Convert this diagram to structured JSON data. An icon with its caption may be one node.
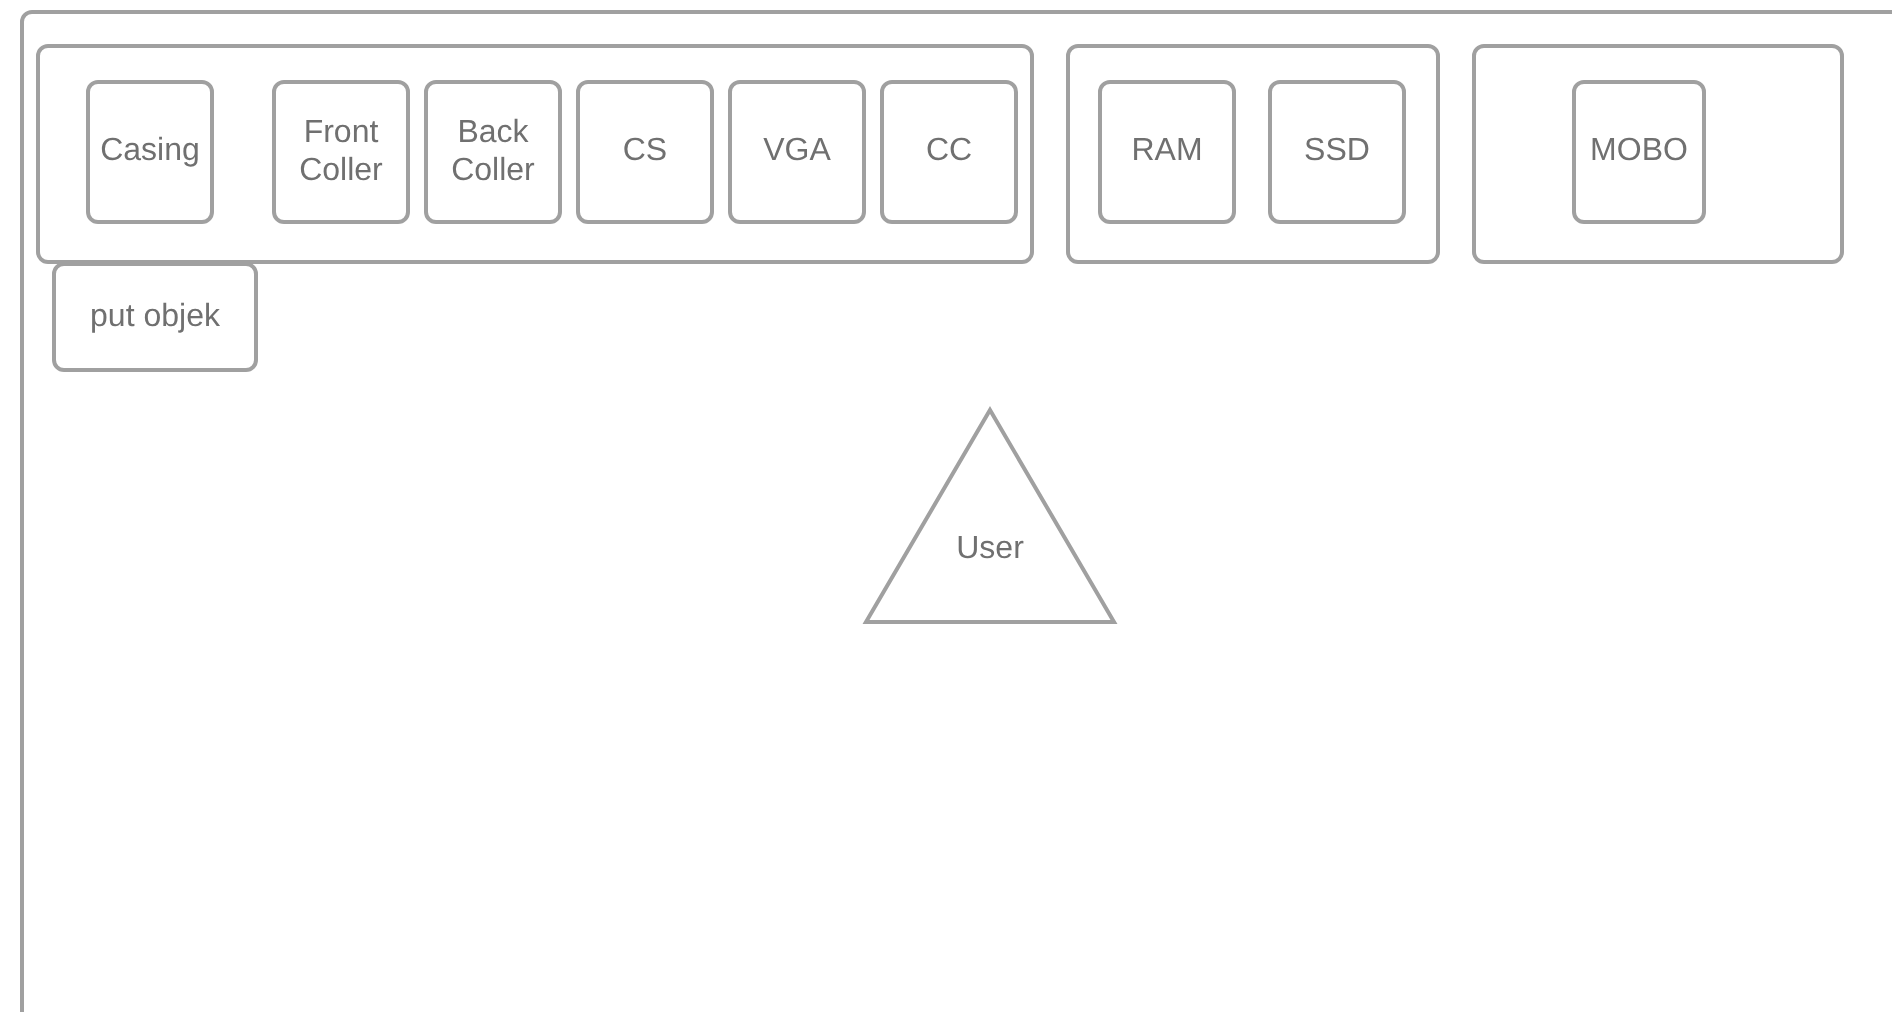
{
  "diagram": {
    "nodes": [
      {
        "text": [],
        "shape": "box"
      },
      {
        "text": [],
        "shape": "box",
        "in": 0
      },
      {
        "text": [
          "Casing"
        ],
        "in": 1
      },
      {
        "text": [
          "Front Coller"
        ],
        "in": 1
      },
      {
        "text": [
          "Back Coller"
        ],
        "in": 1
      },
      {
        "text": [
          "CS"
        ],
        "in": 1
      },
      {
        "text": [
          "VGA"
        ],
        "in": 1
      },
      {
        "text": [
          "CC"
        ],
        "in": 1
      },
      {
        "text": [],
        "shape": "box",
        "in": 0
      },
      {
        "text": [
          "RAM"
        ],
        "in": 8
      },
      {
        "text": [
          "SSD"
        ],
        "in": 8
      },
      {
        "text": [],
        "shape": "box",
        "in": 0
      },
      {
        "text": [
          "MOBO"
        ],
        "in": 11
      },
      {
        "text": [
          "put objek"
        ],
        "in": 0
      },
      {
        "text": [
          "User"
        ],
        "in": 0
      }
    ]
  }
}
